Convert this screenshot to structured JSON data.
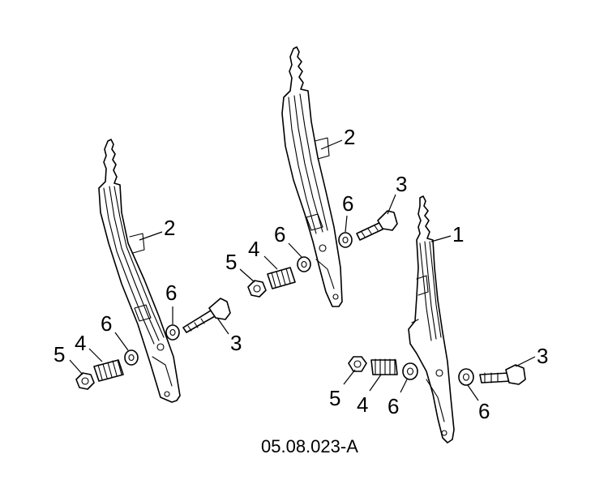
{
  "figure_ref": "05.08.023-A",
  "callout_labels": {
    "c1": "1",
    "c2": "2",
    "c3": "3",
    "c4": "4",
    "c5": "5",
    "c6": "6"
  }
}
